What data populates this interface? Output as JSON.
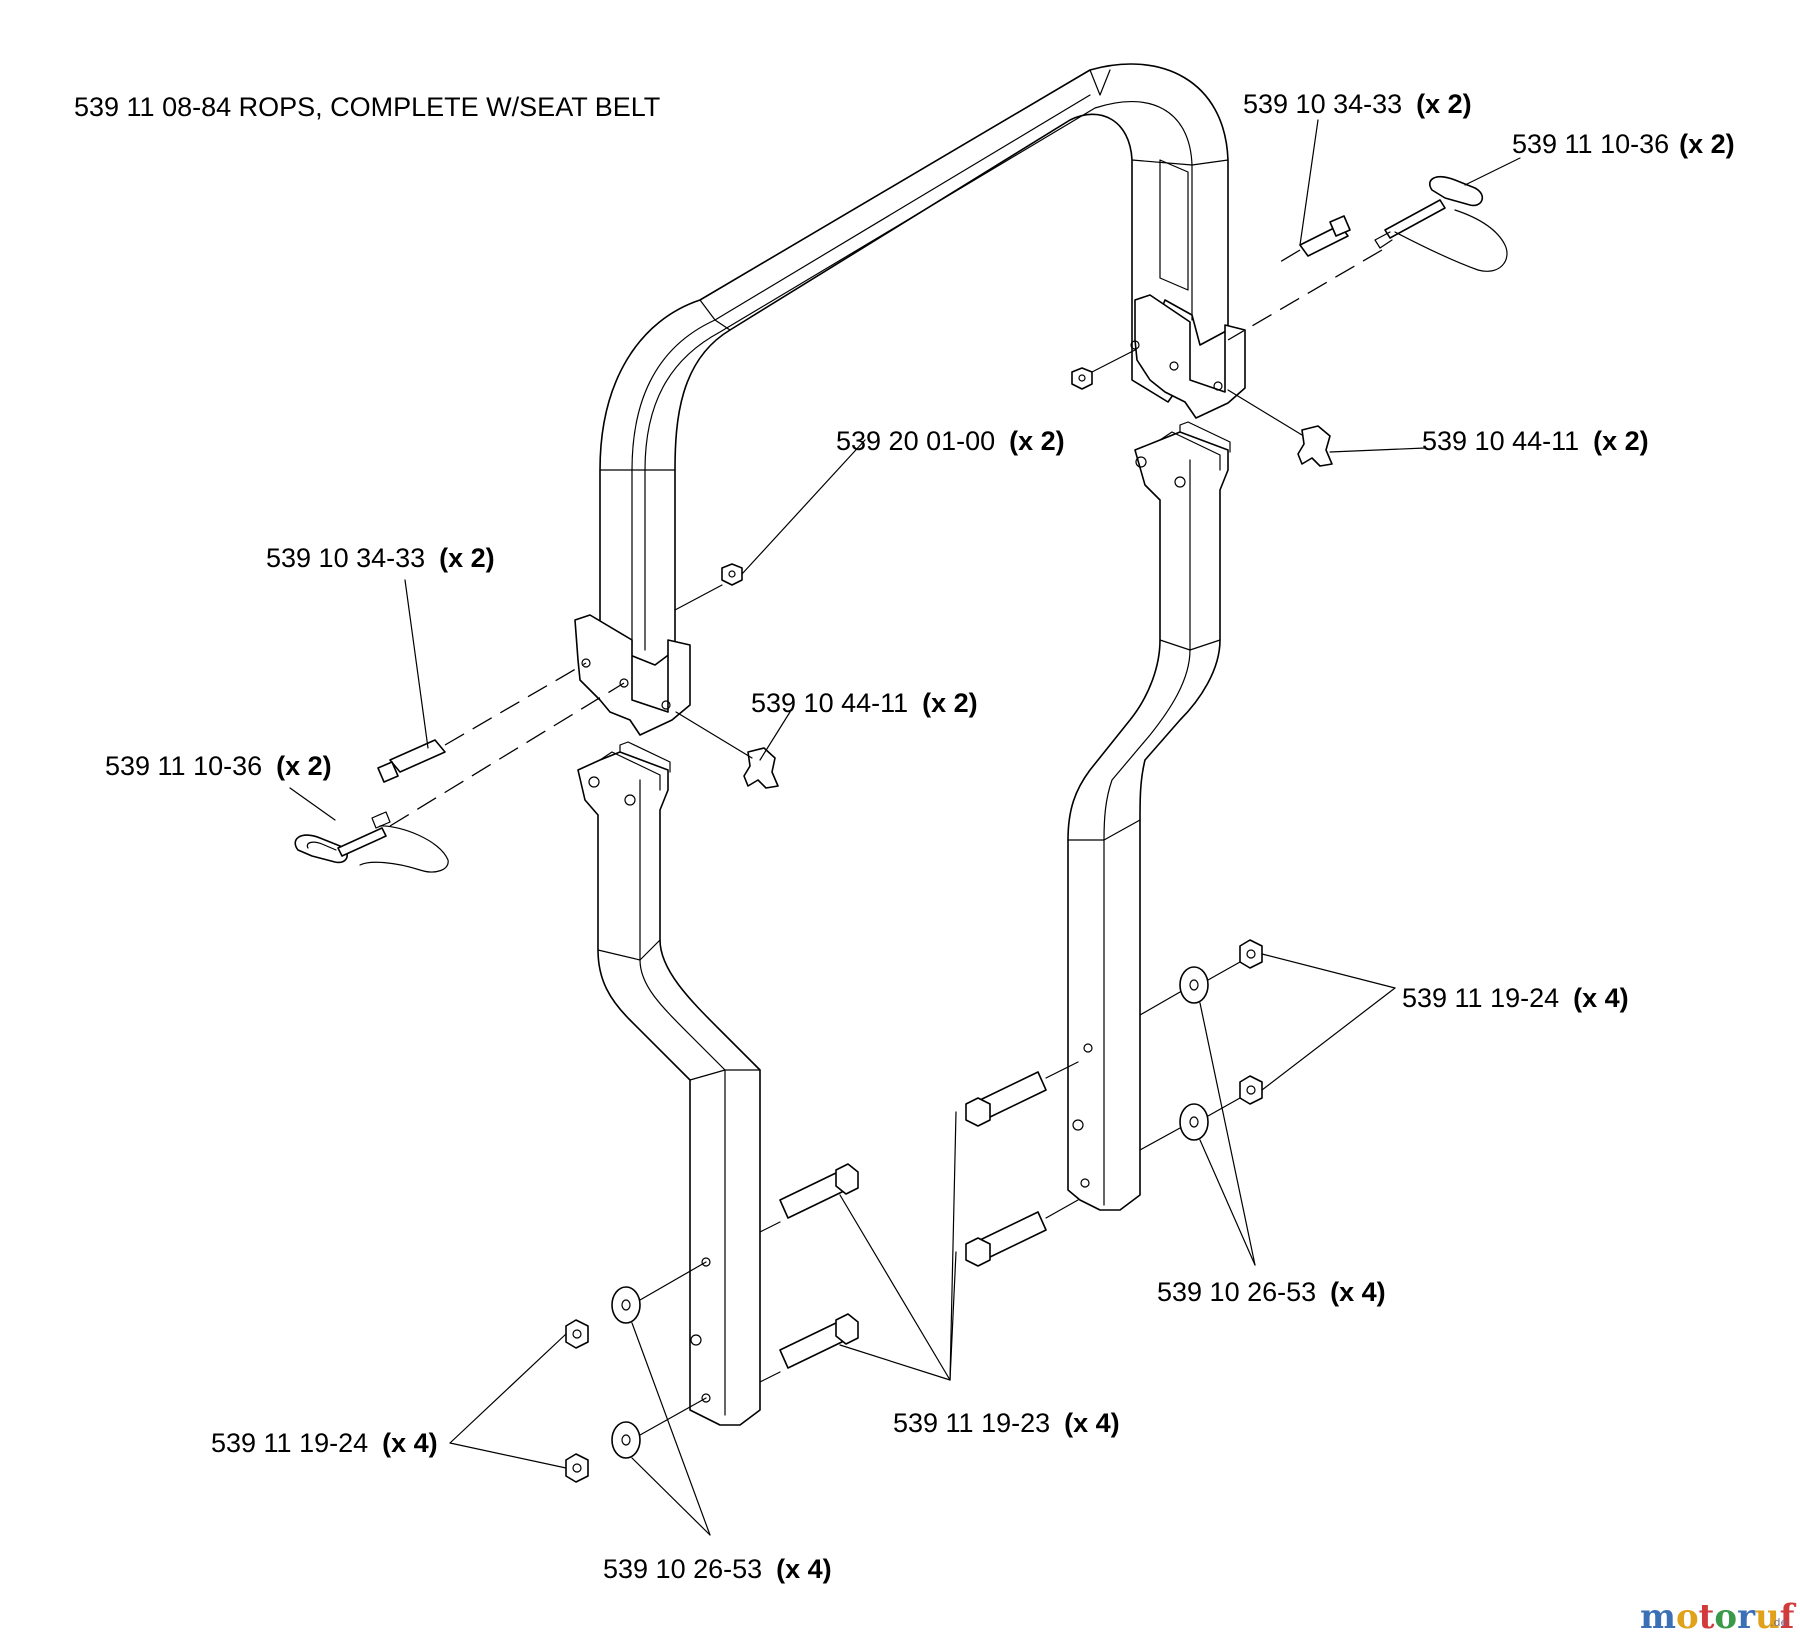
{
  "title": "539 11 08-84 ROPS, COMPLETE W/SEAT BELT",
  "labels": [
    {
      "part": "539 10 34-33",
      "qty": "(x 2)"
    },
    {
      "part": "539 11 10-36",
      "qty": "(x 2)"
    },
    {
      "part": "539 20 01-00",
      "qty": "(x 2)"
    },
    {
      "part": "539 10 44-11",
      "qty": "(x 2)"
    },
    {
      "part": "539 10 34-33",
      "qty": "(x 2)"
    },
    {
      "part": "539 10 44-11",
      "qty": "(x 2)"
    },
    {
      "part": "539 11 10-36",
      "qty": "(x 2)"
    },
    {
      "part": "539 11 19-24",
      "qty": "(x 4)"
    },
    {
      "part": "539 10 26-53",
      "qty": "(x 4)"
    },
    {
      "part": "539 11 19-23",
      "qty": "(x 4)"
    },
    {
      "part": "539 11 19-24",
      "qty": "(x 4)"
    },
    {
      "part": "539 10 26-53",
      "qty": "(x 4)"
    }
  ],
  "watermark": {
    "letters": [
      "m",
      "o",
      "t",
      "o",
      "r",
      "u",
      "f"
    ],
    "letter_colors": [
      "#3b6fb6",
      "#e0a21a",
      "#d23b3b",
      "#3b9a4a",
      "#3b6fb6",
      "#e0a21a",
      "#d23b3b"
    ],
    "suffix": ".de"
  }
}
